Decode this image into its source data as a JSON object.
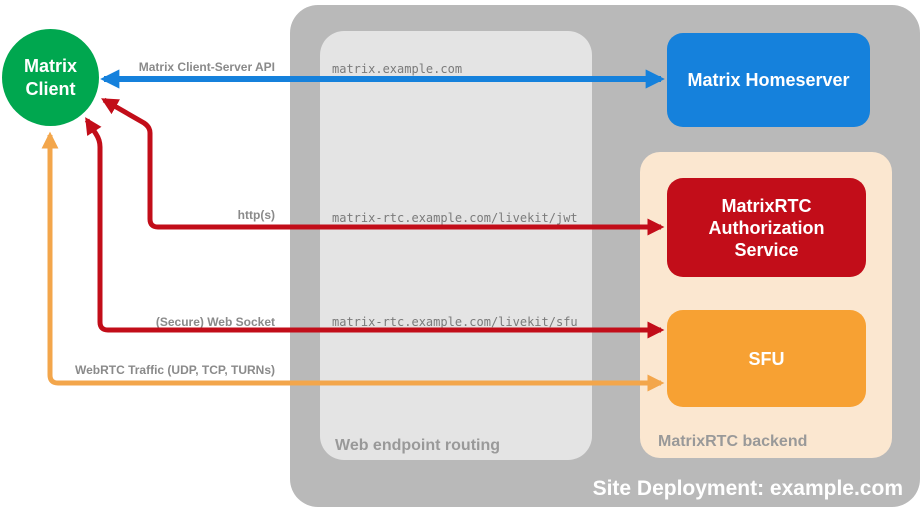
{
  "diagram": {
    "type": "architecture",
    "description_visible_text_only": true
  },
  "containers": {
    "site": {
      "label": "Site Deployment: example.com",
      "bg": "#b9b9b9",
      "label_color": "#ffffff"
    },
    "routing": {
      "label": "Web endpoint routing",
      "bg": "#e4e4e4",
      "label_color": "#999999"
    },
    "backend": {
      "label": "MatrixRTC backend",
      "bg": "#fbe7d0",
      "label_color": "#999999"
    }
  },
  "nodes": {
    "client": {
      "label": "Matrix Client",
      "bg": "#00a74f",
      "text_color": "#ffffff",
      "shape": "circle"
    },
    "homeserver": {
      "label": "Matrix Homeserver",
      "bg": "#1581dc",
      "text_color": "#ffffff",
      "shape": "rounded-rect"
    },
    "auth": {
      "label": "MatrixRTC Authorization Service",
      "bg": "#c20d19",
      "text_color": "#ffffff",
      "shape": "rounded-rect"
    },
    "sfu": {
      "label": "SFU",
      "bg": "#f7a133",
      "text_color": "#ffffff",
      "shape": "rounded-rect"
    }
  },
  "edges": {
    "api": {
      "label": "Matrix Client-Server API",
      "route": "matrix.example.com",
      "color": "#1581dc",
      "from": "Matrix Client",
      "to": "Matrix Homeserver",
      "bidirectional": true
    },
    "jwt": {
      "label": "http(s)",
      "route": "matrix-rtc.example.com/livekit/jwt",
      "color": "#c20d19",
      "from": "Matrix Client",
      "to": "MatrixRTC Authorization Service",
      "bidirectional": true
    },
    "ws": {
      "label": "(Secure) Web Socket",
      "route": "matrix-rtc.example.com/livekit/sfu",
      "color": "#c20d19",
      "from": "Matrix Client",
      "to": "SFU",
      "bidirectional": true
    },
    "webrtc": {
      "label": "WebRTC Traffic (UDP, TCP, TURNs)",
      "color": "#f3a64b",
      "from": "Matrix Client",
      "to": "SFU",
      "bidirectional": true
    }
  },
  "label_colors": {
    "edge_label": "#8a8a8a",
    "route_label": "#7a7a7a"
  }
}
